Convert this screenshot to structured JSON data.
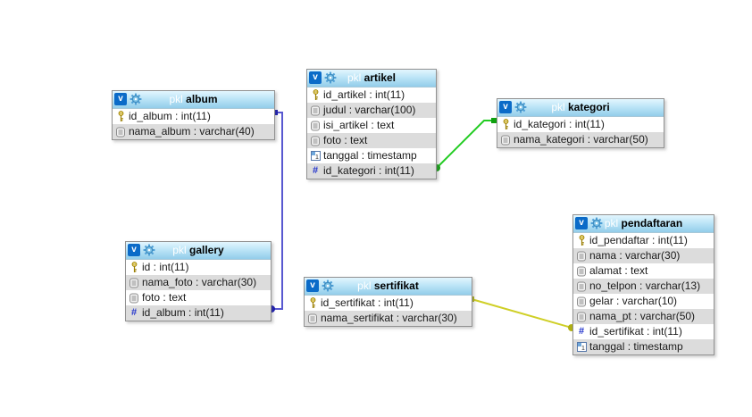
{
  "diagram": {
    "database_prefix": "pkl",
    "tables": [
      {
        "name": "album",
        "columns": [
          {
            "icon": "key-icon",
            "label": "id_album : int(11)"
          },
          {
            "icon": "text-icon",
            "label": "nama_album : varchar(40)"
          }
        ]
      },
      {
        "name": "artikel",
        "columns": [
          {
            "icon": "key-icon",
            "label": "id_artikel : int(11)"
          },
          {
            "icon": "text-icon",
            "label": "judul : varchar(100)"
          },
          {
            "icon": "text-icon",
            "label": "isi_artikel : text"
          },
          {
            "icon": "text-icon",
            "label": "foto : text"
          },
          {
            "icon": "calendar-icon",
            "label": "tanggal : timestamp"
          },
          {
            "icon": "hash-icon",
            "label": "id_kategori : int(11)"
          }
        ]
      },
      {
        "name": "kategori",
        "columns": [
          {
            "icon": "key-icon",
            "label": "id_kategori : int(11)"
          },
          {
            "icon": "text-icon",
            "label": "nama_kategori : varchar(50)"
          }
        ]
      },
      {
        "name": "gallery",
        "columns": [
          {
            "icon": "key-icon",
            "label": "id : int(11)"
          },
          {
            "icon": "text-icon",
            "label": "nama_foto : varchar(30)"
          },
          {
            "icon": "text-icon",
            "label": "foto : text"
          },
          {
            "icon": "hash-icon",
            "label": "id_album : int(11)"
          }
        ]
      },
      {
        "name": "sertifikat",
        "columns": [
          {
            "icon": "key-icon",
            "label": "id_sertifikat : int(11)"
          },
          {
            "icon": "text-icon",
            "label": "nama_sertifikat : varchar(30)"
          }
        ]
      },
      {
        "name": "pendaftaran",
        "columns": [
          {
            "icon": "key-icon",
            "label": "id_pendaftar : int(11)"
          },
          {
            "icon": "text-icon",
            "label": "nama : varchar(30)"
          },
          {
            "icon": "text-icon",
            "label": "alamat : text"
          },
          {
            "icon": "text-icon",
            "label": "no_telpon : varchar(13)"
          },
          {
            "icon": "text-icon",
            "label": "gelar : varchar(10)"
          },
          {
            "icon": "text-icon",
            "label": "nama_pt : varchar(50)"
          },
          {
            "icon": "hash-icon",
            "label": "id_sertifikat : int(11)"
          },
          {
            "icon": "calendar-icon",
            "label": "tanggal : timestamp"
          }
        ]
      }
    ],
    "relations": [
      {
        "from": "pkl album.id_album",
        "to": "pkl gallery.id_album",
        "color": "#5858d0"
      },
      {
        "from": "pkl artikel.id_kategori",
        "to": "pkl kategori.id_kategori",
        "color": "#22cc22"
      },
      {
        "from": "pkl sertifikat.id_sertifikat",
        "to": "pkl pendaftaran.id_sertifikat",
        "color": "#cfcf26"
      }
    ],
    "colors": {
      "header_gradient_top": "#e3f6fe",
      "header_gradient_bottom": "#93cdea",
      "row_alternate": "#dcdcdc",
      "relation_blue": "#5858d0",
      "relation_green": "#22cc22",
      "relation_yellow": "#cfcf26"
    }
  }
}
